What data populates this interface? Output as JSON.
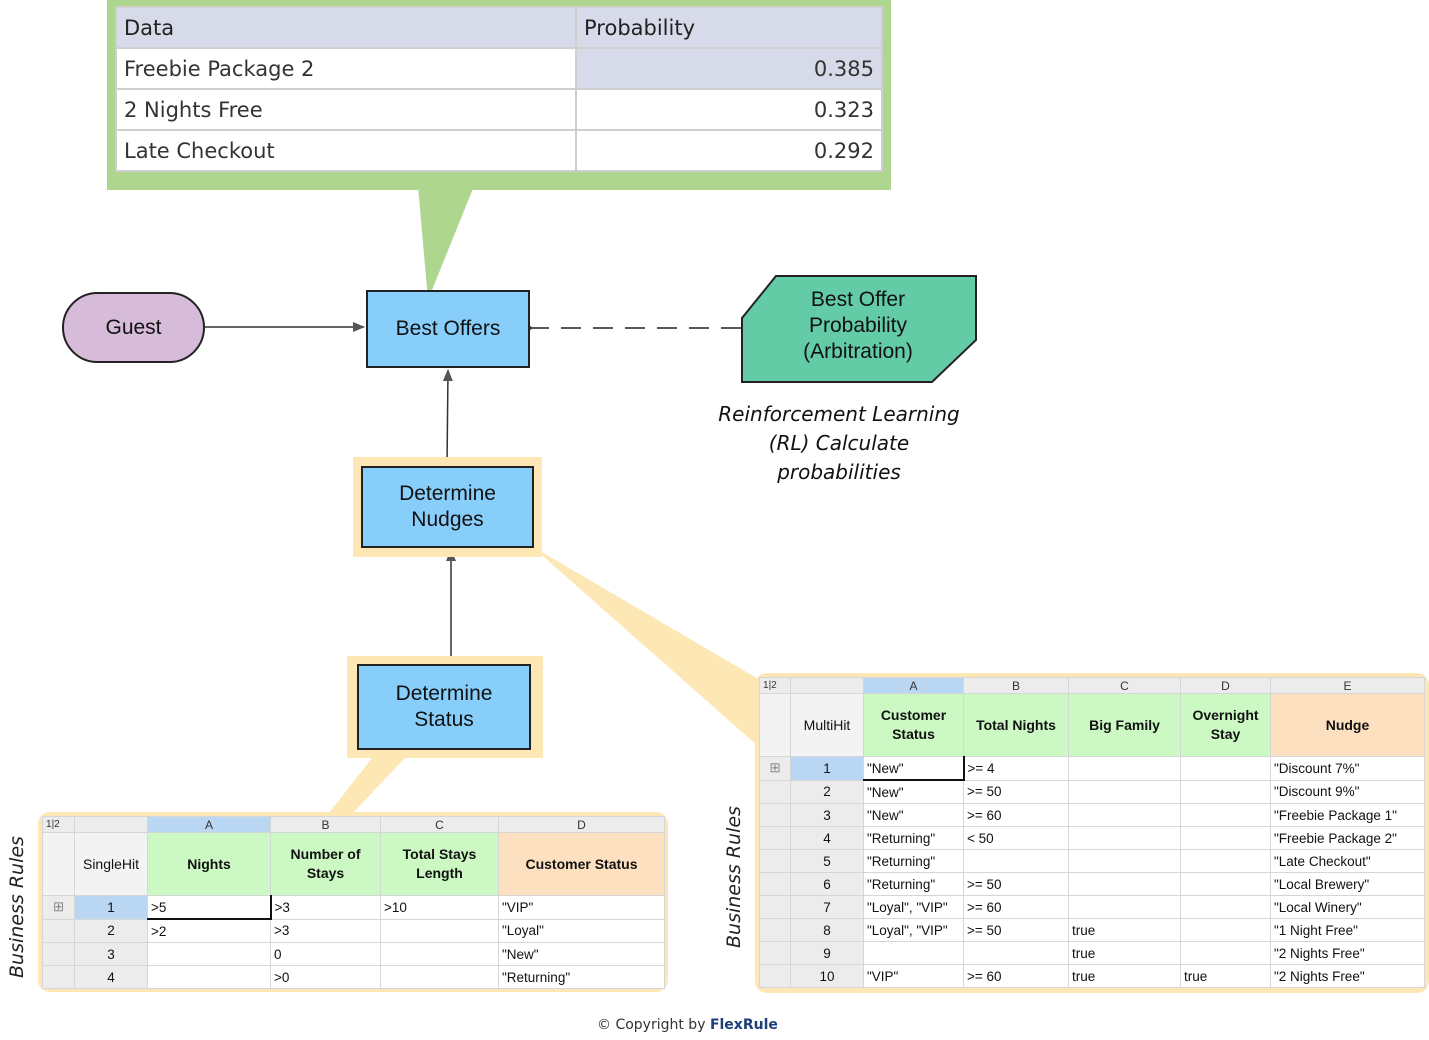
{
  "probability_table": {
    "headers": [
      "Data",
      "Probability"
    ],
    "rows": [
      {
        "data": "Freebie Package 2",
        "probability": "0.385"
      },
      {
        "data": "2 Nights Free",
        "probability": "0.323"
      },
      {
        "data": "Late Checkout",
        "probability": "0.292"
      }
    ]
  },
  "nodes": {
    "guest": "Guest",
    "best_offers": "Best Offers",
    "determine_nudges": "Determine Nudges",
    "determine_status": "Determine Status",
    "best_offer_probability": "Best Offer Probability (Arbitration)"
  },
  "rl_note": "Reinforcement Learning (RL) Calculate probabilities",
  "business_rules_label": "Business Rules",
  "single_hit_table": {
    "hit_policy": "SingleHit",
    "level_tabs": [
      "1",
      "2"
    ],
    "column_letters": [
      "A",
      "B",
      "C",
      "D"
    ],
    "headers": [
      "Nights",
      "Number of Stays",
      "Total Stays Length",
      "Customer Status"
    ],
    "rows": [
      [
        "1",
        ">5",
        ">3",
        ">10",
        "\"VIP\""
      ],
      [
        "2",
        ">2",
        ">3",
        "",
        "\"Loyal\""
      ],
      [
        "3",
        "",
        "0",
        "",
        "\"New\""
      ],
      [
        "4",
        "",
        ">0",
        "",
        "\"Returning\""
      ]
    ]
  },
  "multi_hit_table": {
    "hit_policy": "MultiHit",
    "level_tabs": [
      "1",
      "2"
    ],
    "column_letters": [
      "A",
      "B",
      "C",
      "D",
      "E"
    ],
    "headers": [
      "Customer Status",
      "Total Nights",
      "Big Family",
      "Overnight Stay",
      "Nudge"
    ],
    "rows": [
      [
        "1",
        "\"New\"",
        ">= 4",
        "",
        "",
        "\"Discount 7%\""
      ],
      [
        "2",
        "\"New\"",
        ">= 50",
        "",
        "",
        "\"Discount 9%\""
      ],
      [
        "3",
        "\"New\"",
        ">= 60",
        "",
        "",
        "\"Freebie Package 1\""
      ],
      [
        "4",
        "\"Returning\"",
        "< 50",
        "",
        "",
        "\"Freebie Package 2\""
      ],
      [
        "5",
        "\"Returning\"",
        "",
        "",
        "",
        "\"Late Checkout\""
      ],
      [
        "6",
        "\"Returning\"",
        ">= 50",
        "",
        "",
        "\"Local Brewery\""
      ],
      [
        "7",
        "\"Loyal\", \"VIP\"",
        ">= 60",
        "",
        "",
        "\"Local Winery\""
      ],
      [
        "8",
        "\"Loyal\", \"VIP\"",
        ">= 50",
        "true",
        "",
        "\"1 Night Free\""
      ],
      [
        "9",
        "",
        "",
        "true",
        "",
        "\"2 Nights Free\""
      ],
      [
        "10",
        "\"VIP\"",
        ">= 60",
        "true",
        "true",
        "\"2 Nights Free\""
      ]
    ]
  },
  "copyright": {
    "prefix": "© Copyright by",
    "brand": "FlexRule"
  },
  "colors": {
    "decision_fill": "#88cefb",
    "knowledge_fill": "#63cba5",
    "input_fill": "#d7bcda",
    "callout_green": "#aed68f",
    "callout_yellow": "#fde7b4",
    "condition_header": "#ccf9c3",
    "conclusion_header": "#fde0c0"
  }
}
